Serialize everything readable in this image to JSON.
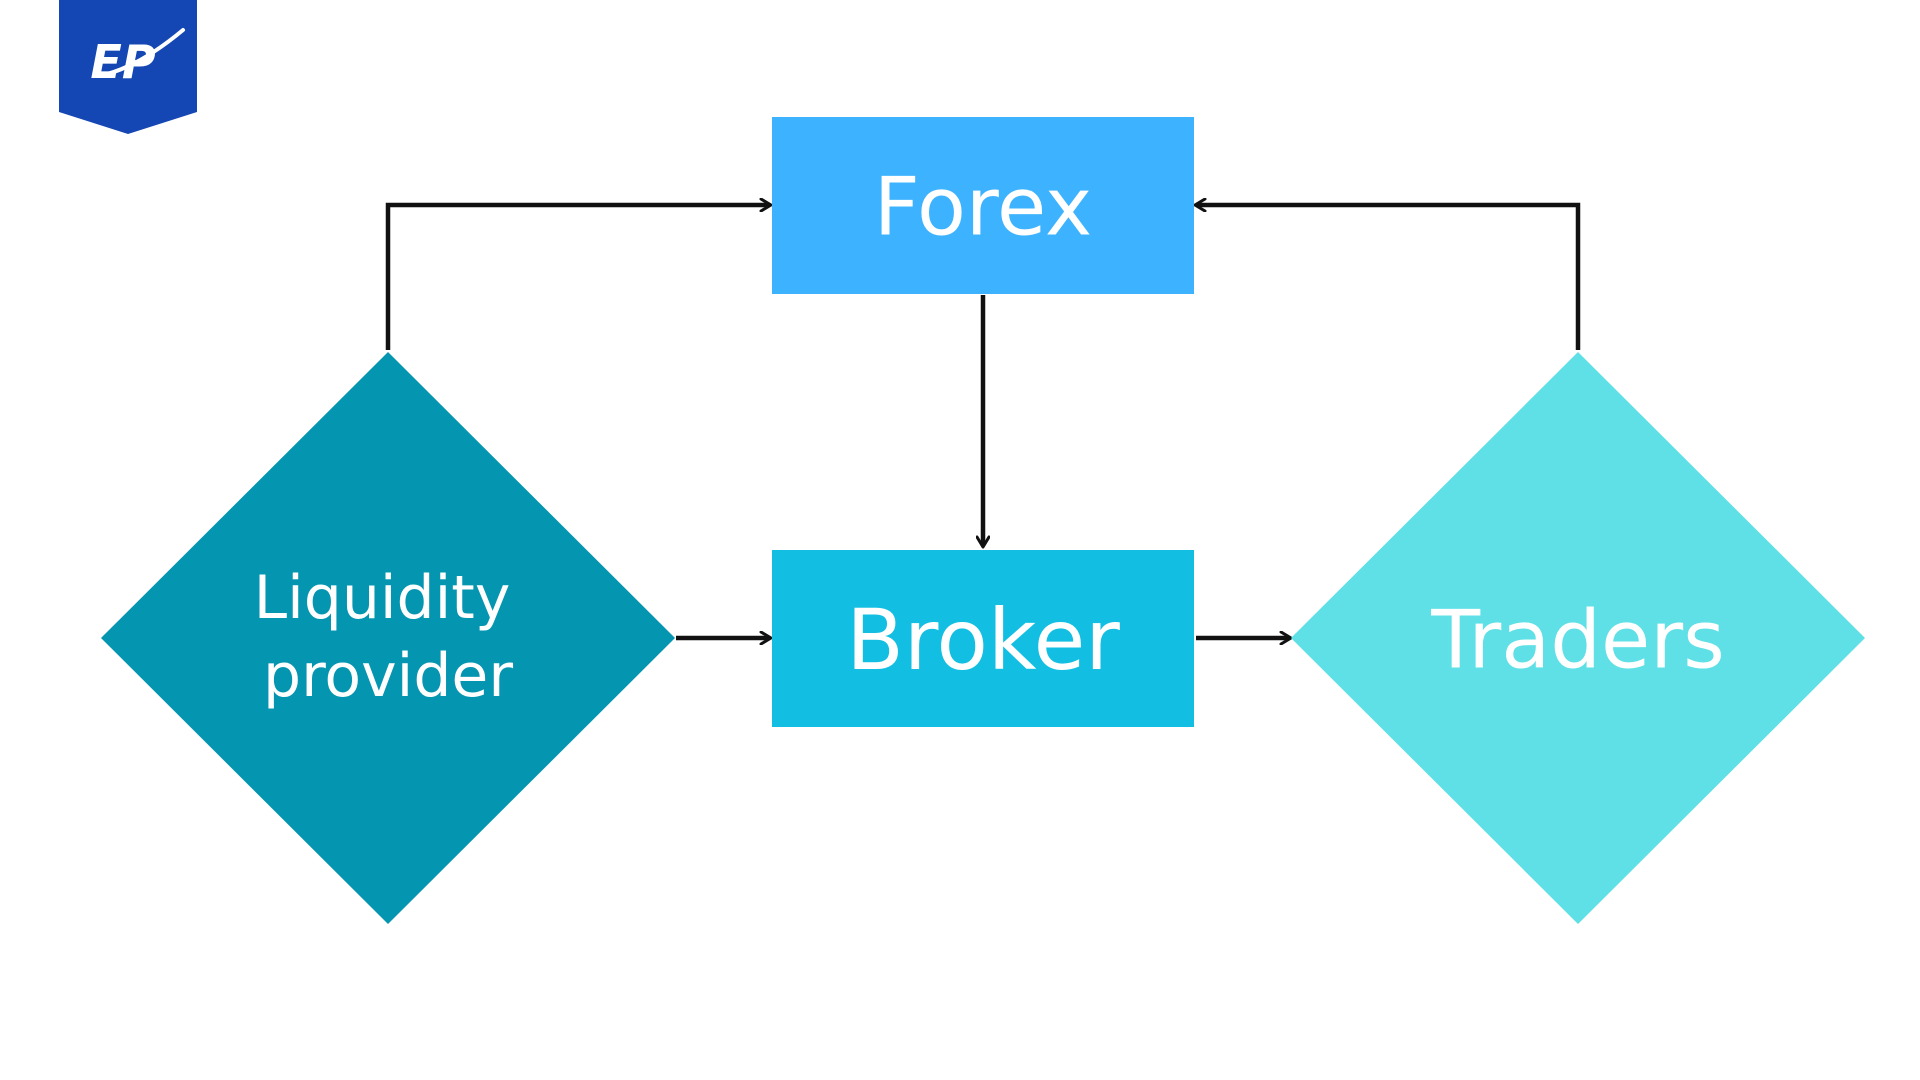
{
  "logo": {
    "text": "EP",
    "color": "#1447b4"
  },
  "diagram": {
    "nodes": {
      "forex": {
        "label": "Forex",
        "shape": "rectangle",
        "color": "#3db3ff"
      },
      "broker": {
        "label": "Broker",
        "shape": "rectangle",
        "color": "#12bfe2"
      },
      "liquidity_provider": {
        "label_line1": "Liquidity",
        "label_line2": "provider",
        "shape": "diamond",
        "color": "#0495b0"
      },
      "traders": {
        "label": "Traders",
        "shape": "diamond",
        "color": "#5ee0e6"
      }
    },
    "edges": [
      {
        "from": "liquidity_provider",
        "to": "forex"
      },
      {
        "from": "traders",
        "to": "forex"
      },
      {
        "from": "forex",
        "to": "broker"
      },
      {
        "from": "liquidity_provider",
        "to": "broker"
      },
      {
        "from": "broker",
        "to": "traders"
      }
    ],
    "edge_color": "#111111"
  }
}
